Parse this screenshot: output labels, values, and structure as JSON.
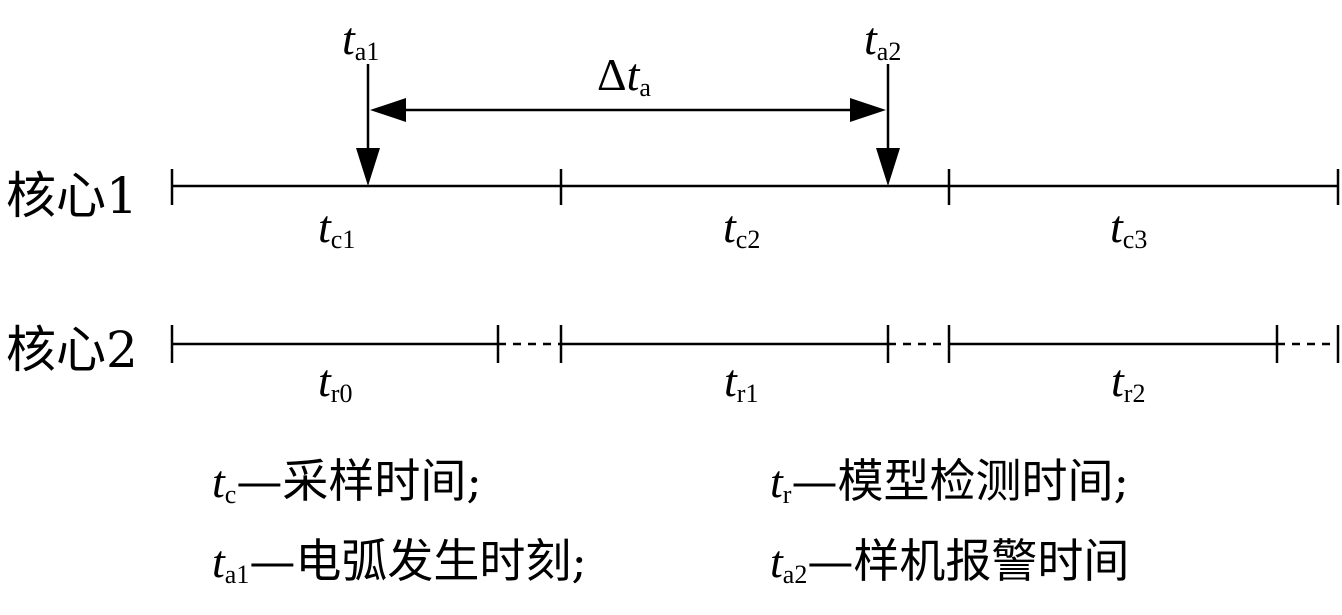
{
  "rows": [
    {
      "label": "核心1"
    },
    {
      "label": "核心2"
    }
  ],
  "core1_segments": [
    {
      "var": "t",
      "sub": "c1"
    },
    {
      "var": "t",
      "sub": "c2"
    },
    {
      "var": "t",
      "sub": "c3"
    }
  ],
  "core2_segments": [
    {
      "var": "t",
      "sub": "r0"
    },
    {
      "var": "t",
      "sub": "r1"
    },
    {
      "var": "t",
      "sub": "r2"
    }
  ],
  "markers": {
    "a1": {
      "var": "t",
      "sub": "a1"
    },
    "a2": {
      "var": "t",
      "sub": "a2"
    },
    "delta": {
      "prefix": "Δ",
      "var": "t",
      "sub": "a"
    }
  },
  "legend": [
    {
      "var": "t",
      "sub": "c",
      "text": "—采样时间;"
    },
    {
      "var": "t",
      "sub": "r",
      "text": "—模型检测时间;"
    },
    {
      "var": "t",
      "sub": "a1",
      "text": "—电弧发生时刻;"
    },
    {
      "var": "t",
      "sub": "a2",
      "text": "—样机报警时间"
    }
  ]
}
